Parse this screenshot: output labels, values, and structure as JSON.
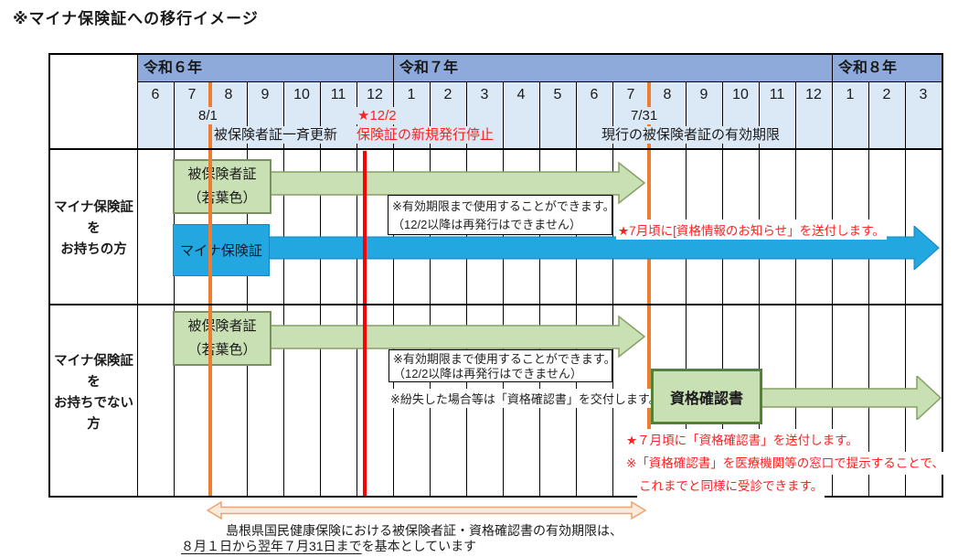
{
  "title": "※マイナ保険証への移行イメージ",
  "timeline": {
    "years": [
      {
        "label": "令和６年",
        "months": 7
      },
      {
        "label": "令和７年",
        "months": 12
      },
      {
        "label": "令和８年",
        "months": 3
      }
    ],
    "months": [
      "6",
      "7",
      "8",
      "9",
      "10",
      "11",
      "12",
      "1",
      "2",
      "3",
      "4",
      "5",
      "6",
      "7",
      "8",
      "9",
      "10",
      "11",
      "12",
      "1",
      "2",
      "3"
    ],
    "milestones": [
      {
        "date": "8/1",
        "label": "被保険者証一斉更新",
        "line_color": "#ed7d31"
      },
      {
        "date": "★12/2",
        "label": "保険証の新規発行停止",
        "line_color": "#ff0000"
      },
      {
        "date": "7/31",
        "label": "現行の被保険者証の有効期限",
        "line_color": "#ed7d31"
      }
    ]
  },
  "rows": [
    {
      "label_line1": "マイナ保険証を",
      "label_line2": "お持ちの方",
      "cert_box_line1": "被保険者証",
      "cert_box_line2": "（若葉色）",
      "myna_box": "マイナ保険証",
      "note_line1": "※有効期限まで使用することができます。",
      "note_line2": "（12/2以降は再発行はできません）",
      "red_note": "★7月頃に[資格情報のお知らせ」を送付します。"
    },
    {
      "label_line1": "マイナ保険証を",
      "label_line2": "お持ちでない方",
      "cert_box_line1": "被保険者証",
      "cert_box_line2": "（若葉色）",
      "note_line1": "※有効期限まで使用することができます。",
      "note_line2": "（12/2以降は再発行はできません）",
      "note_line3": "※紛失した場合等は「資格確認書」を交付します。",
      "shikaku_box": "資格確認書",
      "red_note1": "★７月頃に「資格確認書」を送付します。",
      "red_note2": "※「資格確認書」を医療機関等の窓口で提示することで、",
      "red_note3": "これまでと同様に受診できます。"
    }
  ],
  "footer": {
    "line1": "島根県国民健康保険における被保険者証・資格確認書の有効期限は、",
    "line2_underlined": "８月１日から翌年７月31日まで",
    "line2_rest": "を基本としています"
  },
  "colors": {
    "year_header": "#8eaadb",
    "month_band": "#dbe8f6",
    "green_fill": "#c9e0b4",
    "green_border": "#7c8f62",
    "dark_green_border": "#538135",
    "blue_fill": "#22a7e0",
    "orange_line": "#ed7d31",
    "red_line": "#ff0000",
    "red_text": "#ff2020",
    "footer_arrow": "#eda36e"
  }
}
